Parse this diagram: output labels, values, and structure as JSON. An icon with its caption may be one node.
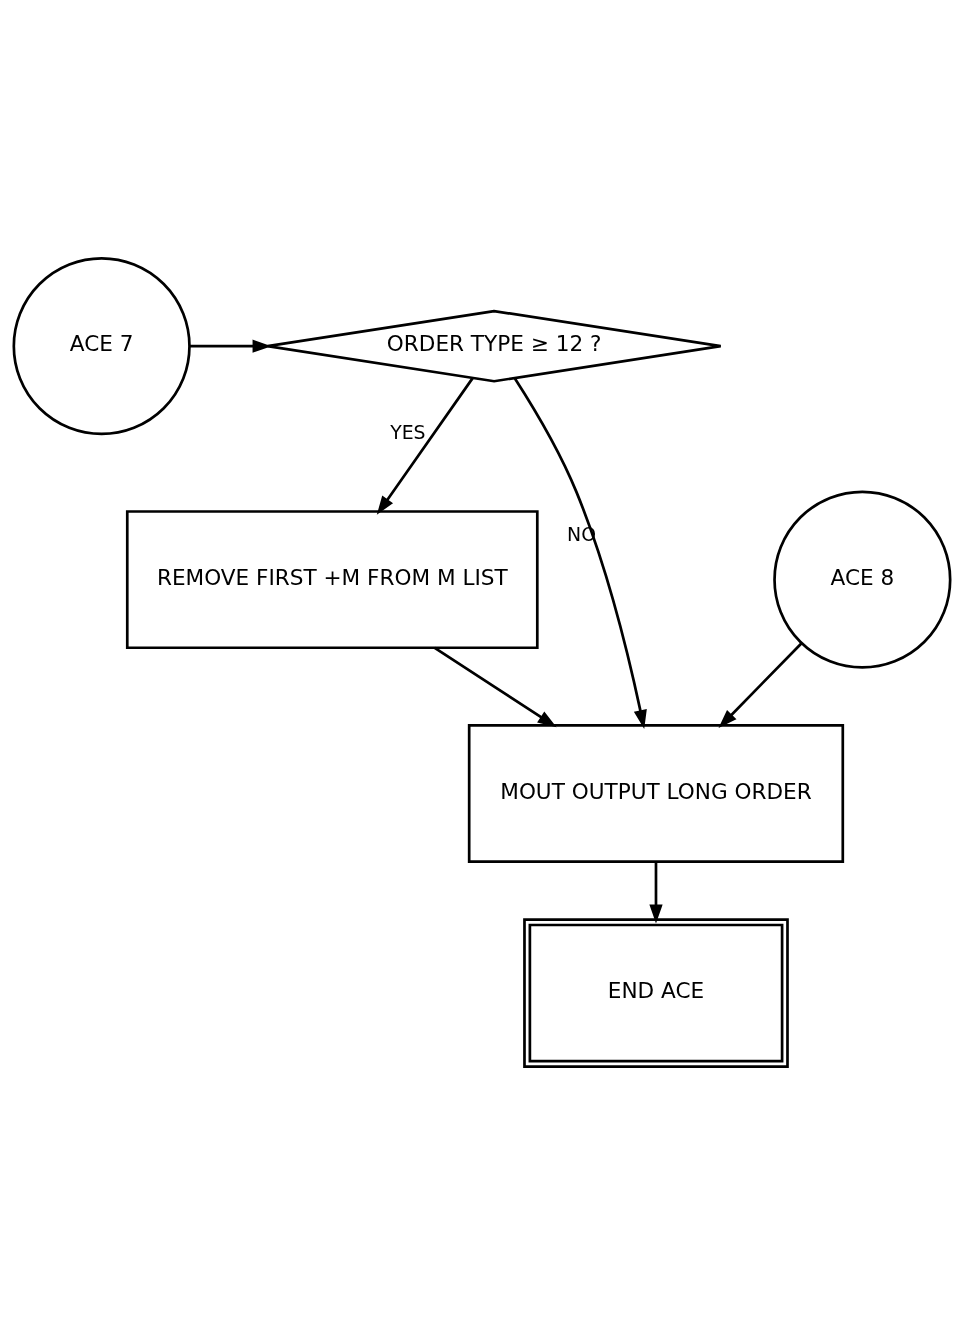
{
  "diagram": {
    "nodes": [
      {
        "text": [
          "ACE 7"
        ]
      },
      {
        "text": [
          "ORDER TYPE ≥ 12 ?"
        ]
      },
      {
        "text": [
          "REMOVE FIRST +M FROM M LIST"
        ]
      },
      {
        "text": [
          "ACE 8"
        ]
      },
      {
        "text": [
          "MOUT OUTPUT LONG ORDER"
        ]
      },
      {
        "text": [
          "END ACE"
        ]
      }
    ],
    "edges": [
      {
        "from": 0,
        "to": 1,
        "arrow": "to"
      },
      {
        "from": 1,
        "to": 2,
        "arrow": "to",
        "label": "YES"
      },
      {
        "from": 1,
        "to": 4,
        "arrow": "to",
        "label": "NO"
      },
      {
        "from": 2,
        "to": 4,
        "arrow": "to"
      },
      {
        "from": 3,
        "to": 4,
        "arrow": "to"
      },
      {
        "from": 4,
        "to": 5,
        "arrow": "to"
      }
    ]
  }
}
